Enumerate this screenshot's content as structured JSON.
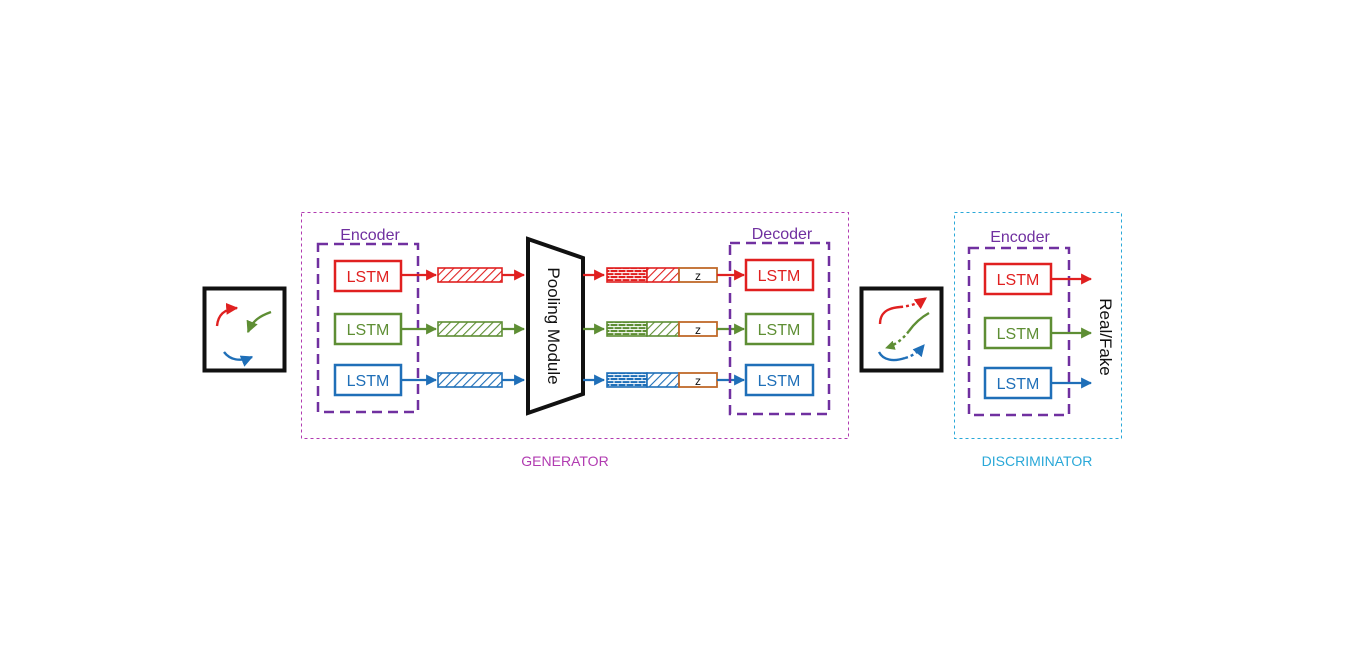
{
  "generator": {
    "label": "GENERATOR",
    "encoder": {
      "title": "Encoder",
      "cells": [
        "LSTM",
        "LSTM",
        "LSTM"
      ]
    },
    "pooling": {
      "label": "Pooling Module"
    },
    "noise": [
      "z",
      "z",
      "z"
    ],
    "decoder": {
      "title": "Decoder",
      "cells": [
        "LSTM",
        "LSTM",
        "LSTM"
      ]
    }
  },
  "discriminator": {
    "label": "DISCRIMINATOR",
    "encoder": {
      "title": "Encoder",
      "cells": [
        "LSTM",
        "LSTM",
        "LSTM"
      ]
    },
    "output": "Real/Fake"
  },
  "colors": {
    "red": "#e02020",
    "green": "#5e8e34",
    "blue": "#1f6fb8",
    "purple": "#7030a0",
    "magenta": "#b13bb1",
    "cyan": "#2aa8d8",
    "orange": "#c0692a",
    "black": "#111111"
  },
  "icons": {
    "input": "input-trajectories-icon",
    "predicted": "predicted-trajectories-icon"
  }
}
